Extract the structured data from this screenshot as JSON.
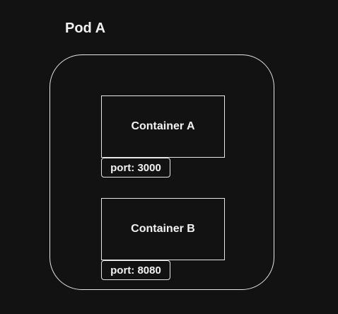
{
  "diagram": {
    "pod": {
      "title": "Pod A"
    },
    "containers": [
      {
        "name": "Container A",
        "port_label": "port: 3000"
      },
      {
        "name": "Container B",
        "port_label": "port: 8080"
      }
    ],
    "colors": {
      "background": "#121212",
      "stroke": "#e6e6e6",
      "text": "#f2f2f2"
    }
  }
}
